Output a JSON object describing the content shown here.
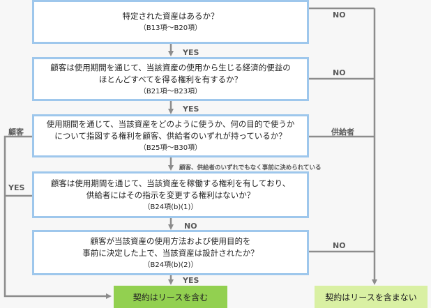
{
  "steps": [
    {
      "line1": "特定された資産はあるか？",
      "line2": "",
      "ref": "（B13項～B20項）"
    },
    {
      "line1": "顧客は使用期間を通じて、当該資産の使用から生じる経済的便益の",
      "line2": "ほとんどすべてを得る権利を有するか？",
      "ref": "（B21項～B23項）"
    },
    {
      "line1": "使用期間を通じて、当該資産をどのように使うか、何の目的で使うか",
      "line2": "について指図する権利を顧客、供給者のいずれが持っているか？",
      "ref": "（B25項～B30項）"
    },
    {
      "line1": "顧客は使用期間を通じて、当該資産を稼働する権利を有しており、",
      "line2": "供給者にはその指示を変更する権利はないか？",
      "ref": "（B24項(b)(1)）"
    },
    {
      "line1": "顧客が当該資産の使用方法および使用目的を",
      "line2": "事前に決定した上で、当該資産は設計されたか？",
      "ref": "（B24項(b)(2)）"
    }
  ],
  "labels": {
    "yes": "YES",
    "no": "NO",
    "customer": "顧客",
    "supplier": "供給者",
    "neither_note": "顧客、供給者のいずれでもなく事前に決められている"
  },
  "results": {
    "contains_lease": "契約はリースを含む",
    "no_lease": "契約はリースを含まない"
  },
  "colors": {
    "box_border": "#9ec7ec",
    "arrow": "#8c8c8c",
    "result_lease": "#92d050",
    "result_no_lease": "#d9f0a3"
  }
}
